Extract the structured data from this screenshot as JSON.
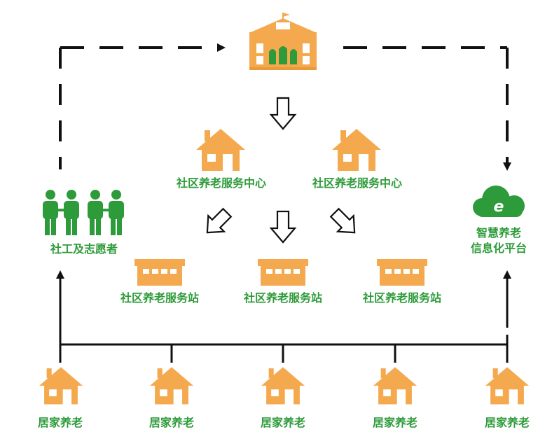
{
  "colors": {
    "green": "#2e9b3a",
    "orange": "#f5a94e",
    "line": "#111111"
  },
  "top": {
    "icon": "government-building-icon"
  },
  "centers": [
    {
      "label": "社区养老服务中心",
      "icon": "house-icon"
    },
    {
      "label": "社区养老服务中心",
      "icon": "house-icon"
    }
  ],
  "stations": [
    {
      "label": "社区养老服务站",
      "icon": "station-building-icon"
    },
    {
      "label": "社区养老服务站",
      "icon": "station-building-icon"
    },
    {
      "label": "社区养老服务站",
      "icon": "station-building-icon"
    }
  ],
  "volunteers": {
    "label": "社工及志愿者",
    "icon": "people-icon"
  },
  "platform": {
    "line1": "智慧养老",
    "line2": "信息化平台",
    "icon": "cloud-e-icon"
  },
  "homes": [
    {
      "label": "居家养老",
      "icon": "house-icon"
    },
    {
      "label": "居家养老",
      "icon": "house-icon"
    },
    {
      "label": "居家养老",
      "icon": "house-icon"
    },
    {
      "label": "居家养老",
      "icon": "house-icon"
    },
    {
      "label": "居家养老",
      "icon": "house-icon"
    }
  ]
}
